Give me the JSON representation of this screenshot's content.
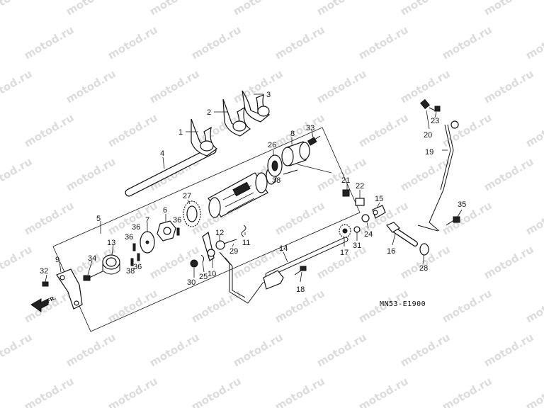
{
  "watermark": "motod.ru",
  "diagram_code": "MN53-E1900",
  "direction_label": "FR.",
  "callouts": {
    "c1": "1",
    "c2": "2",
    "c3": "3",
    "c4": "4",
    "c5": "5",
    "c6": "6",
    "c7": "7",
    "c8": "8",
    "c9": "9",
    "c10": "10",
    "c11": "11",
    "c12": "12",
    "c13": "13",
    "c14": "14",
    "c15": "15",
    "c16": "16",
    "c17": "17",
    "c18": "18",
    "c19": "19",
    "c20": "20",
    "c21": "21",
    "c22": "22",
    "c23": "23",
    "c24": "24",
    "c25": "25",
    "c26": "26",
    "c27": "27",
    "c28": "28",
    "c29": "29",
    "c30": "30",
    "c31": "31",
    "c32": "32",
    "c33": "33",
    "c34": "34",
    "c35": "35",
    "c36a": "36",
    "c36b": "36",
    "c36c": "36",
    "c36d": "36",
    "c38a": "38",
    "c38b": "38"
  }
}
